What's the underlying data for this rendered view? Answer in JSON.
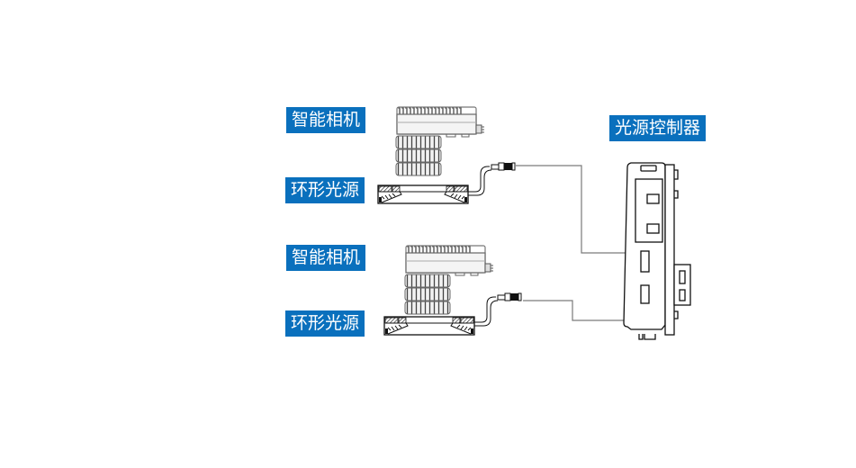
{
  "labels": {
    "camera_1": "智能相机",
    "ring_light_1": "环形光源",
    "camera_2": "智能相机",
    "ring_light_2": "环形光源",
    "controller": "光源控制器"
  },
  "colors": {
    "label_bg": "#0a70bd",
    "label_text": "#ffffff",
    "wire": "#7a7a7a",
    "outline": "#111111",
    "camera_fill": "#e8e8e8"
  }
}
